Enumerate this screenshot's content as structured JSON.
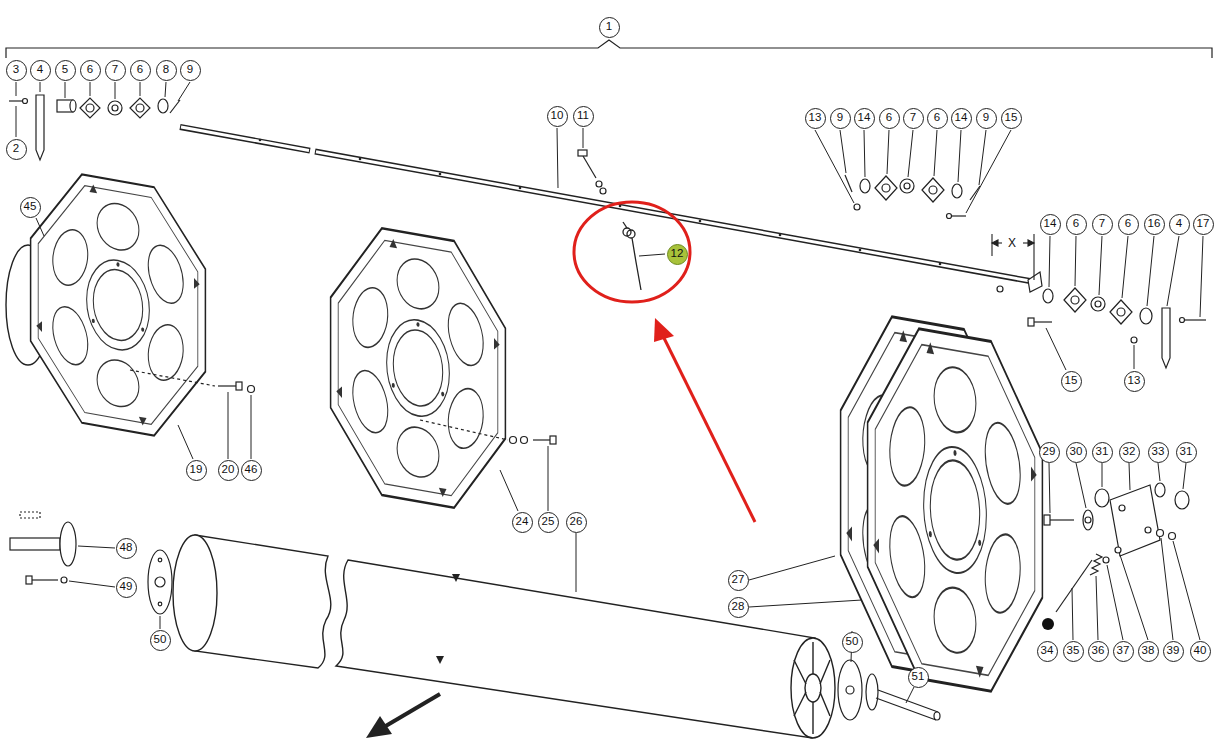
{
  "diagram": {
    "labels": [
      "1",
      "3",
      "4",
      "5",
      "6",
      "7",
      "6",
      "8",
      "9",
      "2",
      "10",
      "11",
      "13",
      "9",
      "14",
      "6",
      "7",
      "6",
      "14",
      "9",
      "15",
      "45",
      "12",
      "X",
      "14",
      "6",
      "7",
      "6",
      "16",
      "4",
      "17",
      "15",
      "13",
      "19",
      "20",
      "46",
      "24",
      "25",
      "26",
      "29",
      "30",
      "31",
      "32",
      "33",
      "31",
      "48",
      "49",
      "27",
      "28",
      "50",
      "50",
      "51",
      "34",
      "35",
      "36",
      "37",
      "38",
      "39",
      "40"
    ]
  }
}
